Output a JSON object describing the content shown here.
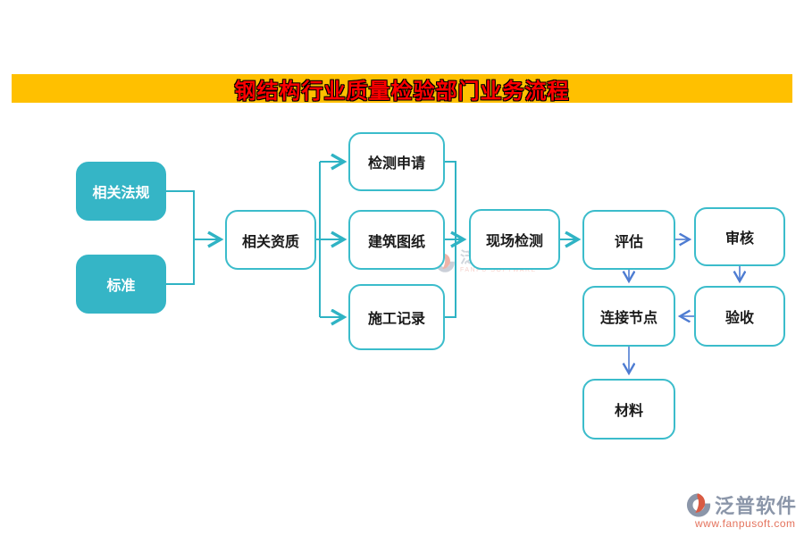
{
  "banner": {
    "title": "钢结构行业质量检验部门业务流程",
    "bg_color": "#FFC000",
    "title_color": "#FF0000"
  },
  "nodes": [
    {
      "id": "laws",
      "label": "相关法规",
      "style": "filled"
    },
    {
      "id": "standards",
      "label": "标准",
      "style": "filled"
    },
    {
      "id": "qualifications",
      "label": "相关资质",
      "style": "outline"
    },
    {
      "id": "test-application",
      "label": "检测申请",
      "style": "outline"
    },
    {
      "id": "drawings",
      "label": "建筑图纸",
      "style": "outline"
    },
    {
      "id": "construction-records",
      "label": "施工记录",
      "style": "outline"
    },
    {
      "id": "site-inspection",
      "label": "现场检测",
      "style": "outline"
    },
    {
      "id": "evaluation",
      "label": "评估",
      "style": "outline"
    },
    {
      "id": "audit",
      "label": "审核",
      "style": "outline"
    },
    {
      "id": "connection-node",
      "label": "连接节点",
      "style": "outline"
    },
    {
      "id": "acceptance",
      "label": "验收",
      "style": "outline"
    },
    {
      "id": "material",
      "label": "材料",
      "style": "outline"
    }
  ],
  "edges": [
    {
      "from": "相关法规",
      "to": "相关资质",
      "color": "teal"
    },
    {
      "from": "标准",
      "to": "相关资质",
      "color": "teal"
    },
    {
      "from": "相关资质",
      "to": "检测申请",
      "color": "teal"
    },
    {
      "from": "相关资质",
      "to": "建筑图纸",
      "color": "teal"
    },
    {
      "from": "相关资质",
      "to": "施工记录",
      "color": "teal"
    },
    {
      "from": "检测申请",
      "to": "现场检测",
      "color": "teal"
    },
    {
      "from": "建筑图纸",
      "to": "现场检测",
      "color": "teal"
    },
    {
      "from": "施工记录",
      "to": "现场检测",
      "color": "teal"
    },
    {
      "from": "现场检测",
      "to": "评估",
      "color": "teal"
    },
    {
      "from": "评估",
      "to": "审核",
      "color": "blue"
    },
    {
      "from": "评估",
      "to": "连接节点",
      "color": "blue"
    },
    {
      "from": "审核",
      "to": "验收",
      "color": "blue"
    },
    {
      "from": "验收",
      "to": "连接节点",
      "color": "blue"
    },
    {
      "from": "连接节点",
      "to": "材料",
      "color": "blue"
    }
  ],
  "watermark": {
    "name": "泛普软件",
    "subtitle": "FANPU SOFTWARE"
  },
  "footer_logo": {
    "name": "泛普软件",
    "url": "www.fanpusoft.com"
  },
  "colors": {
    "teal_fill": "#35B5C6",
    "teal_border": "#3BBCCB",
    "teal_arrow": "#2FB3C4",
    "blue_arrow": "#4E7CD2",
    "logo_grey": "#8B96A9",
    "logo_red": "#D95B43",
    "url_salmon": "#E4725C"
  }
}
